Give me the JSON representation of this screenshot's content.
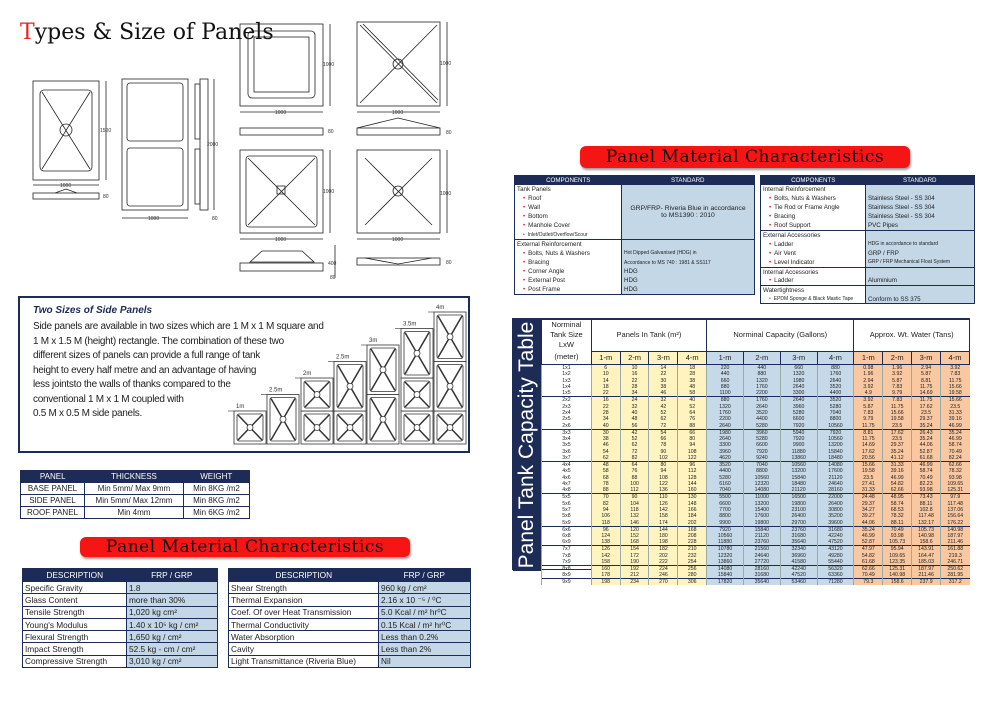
{
  "title": {
    "first": "T",
    "rest": "ypes & Size of Panels"
  },
  "drawings": {
    "d1500": "1500",
    "d1000": "1000",
    "d2000": "2000",
    "d80": "80",
    "d400": "400"
  },
  "banner": "Panel Material Characteristics",
  "components_left": {
    "headers": [
      "COMPONENTS",
      "STANDARD"
    ],
    "groups": [
      {
        "title": "Tank Panels",
        "items": [
          "Roof",
          "Wall",
          "Bottom",
          "Manhole Cover",
          "Inlet/Outlet/Overflow/Scour"
        ],
        "standard": "GRP/FRP- Riveria Blue in accordance to MS1390 : 2010"
      },
      {
        "title": "External Reinforcement",
        "items": [
          "Bolts, Nuts & Washers",
          "Bracing",
          "Corner Angle",
          "External Post",
          "Post Frame"
        ],
        "standards": [
          "Hot Dipped Galvanised (HDG) in",
          "Accordance to MS 740 : 1981 & SS117",
          "HDG",
          "HDG",
          "HDG"
        ]
      }
    ]
  },
  "components_right": {
    "headers": [
      "COMPONENTS",
      "STANDARD"
    ],
    "groups": [
      {
        "title": "Internal Reinforcement",
        "items": [
          "Bolts, Nuts & Washers",
          "Tie Rod or Frame Angle",
          "Bracing",
          "Roof Support"
        ],
        "standards": [
          "Stainless Steel - SS 304",
          "Stainless Steel - SS 304",
          "Stainless Steel - SS 304",
          "PVC Pipes"
        ]
      },
      {
        "title": "External Accessories",
        "items": [
          "Ladder",
          "Air Vent",
          "Level Indicator"
        ],
        "standards": [
          "HDG in accordance to standard",
          "GRP / FRP",
          "GRP / FRP Mechanical Float System"
        ]
      },
      {
        "title": "Internal Accessories",
        "items": [
          "Ladder"
        ],
        "standards": [
          "Aluminium"
        ]
      },
      {
        "title": "Watertightness",
        "items": [
          "EPDM Sponge & Black Mastic Tape"
        ],
        "standards": [
          "Conform to SS 375"
        ]
      }
    ]
  },
  "side_panels": {
    "heading": "Two Sizes of Side Panels",
    "lines": [
      "Side panels are available in two sizes which are 1 M x 1 M square and",
      "1 M x 1.5 M (height) rectangle. The combination of these two",
      "different sizes of panels can provide a full range of tank",
      "height to every half metre and an advantage of having",
      "less jointsto the walls of thanks compared to the",
      "conventional 1 M x 1 M coupled with",
      "0.5 M x 0.5 M side panels."
    ],
    "height_labels": [
      "1m",
      "2.5m",
      "2m",
      "2.5m",
      "3m",
      "3.5m",
      "4m"
    ]
  },
  "panel_table": {
    "headers": [
      "PANEL",
      "THICKNESS",
      "WEIGHT"
    ],
    "rows": [
      [
        "BASE PANEL",
        "Min 5mm/ Max 9mm",
        "Min 8KG /m2"
      ],
      [
        "SIDE PANEL",
        "Min 5mm/ Max 12mm",
        "Min 8KG /m2"
      ],
      [
        "ROOF PANEL",
        "Min 4mm",
        "Min 6KG /m2"
      ]
    ]
  },
  "material_left": {
    "headers": [
      "DESCRIPTION",
      "FRP / GRP"
    ],
    "rows": [
      [
        "Specific Gravity",
        "1.8"
      ],
      [
        "Glass Content",
        "more than 30%"
      ],
      [
        "Tensile Strength",
        "1,020 kg cm²"
      ],
      [
        "Young's Modulus",
        "1.40 x 10⁵ kg / cm²"
      ],
      [
        "Flexural Strength",
        "1,650 kg / cm²"
      ],
      [
        "Impact Strength",
        "52.5 kg - cm / cm²"
      ],
      [
        "Compressive Strength",
        "3,010 kg / cm²"
      ]
    ]
  },
  "material_right": {
    "headers": [
      "DESCRIPTION",
      "FRP / GRP"
    ],
    "rows": [
      [
        "Shear Strength",
        "960 kg / cm²"
      ],
      [
        "Thermal Expansion",
        "2.16 x 10 ⁻⁵ / ⁰C"
      ],
      [
        "Coef. Of over Heat Transmission",
        "5.0 Kcal / m² hr⁰C"
      ],
      [
        "Thermal Conductivity",
        "0.15 Kcal / m² hr⁰C"
      ],
      [
        "Water Absorption",
        "Less than 0.2%"
      ],
      [
        "Cavity",
        "Less than 2%"
      ],
      [
        "Light Transmittance (Riveria Blue)",
        "Nil"
      ]
    ]
  },
  "capacity": {
    "title": "Panel Tank Capacity Table",
    "size_header": [
      "Norminal",
      "Tank Size LxW",
      "(meter)"
    ],
    "group_headers": [
      "Panels In Tank (m²)",
      "Norminal Capacity (Gallons)",
      "Approx. Wt. Water (Tans)"
    ],
    "sub_headers": [
      "1-m",
      "2-m",
      "3-m",
      "4-m"
    ],
    "rows": [
      [
        "1x1",
        [
          6,
          10,
          14,
          18
        ],
        [
          220,
          440,
          660,
          880
        ],
        [
          0.98,
          1.96,
          2.94,
          3.92
        ]
      ],
      [
        "1x2",
        [
          10,
          16,
          22,
          28
        ],
        [
          440,
          880,
          1320,
          1760
        ],
        [
          1.96,
          3.92,
          5.87,
          7.83
        ]
      ],
      [
        "1x3",
        [
          14,
          22,
          30,
          38
        ],
        [
          660,
          1320,
          1980,
          2640
        ],
        [
          2.94,
          5.87,
          8.81,
          11.75
        ]
      ],
      [
        "1x4",
        [
          18,
          28,
          38,
          48
        ],
        [
          880,
          1760,
          2640,
          3520
        ],
        [
          3.92,
          7.83,
          11.75,
          15.66
        ]
      ],
      [
        "1x5",
        [
          22,
          34,
          46,
          58
        ],
        [
          1100,
          2200,
          3300,
          4400
        ],
        [
          4.9,
          9.79,
          14.69,
          19.58
        ]
      ],
      [
        "2x2",
        [
          16,
          24,
          32,
          40
        ],
        [
          880,
          1760,
          2640,
          3520
        ],
        [
          3.92,
          7.83,
          11.75,
          15.66
        ]
      ],
      [
        "2x3",
        [
          22,
          32,
          42,
          52
        ],
        [
          1320,
          2640,
          3960,
          5280
        ],
        [
          5.87,
          11.75,
          17.62,
          23.5
        ]
      ],
      [
        "2x4",
        [
          28,
          40,
          52,
          64
        ],
        [
          1760,
          3520,
          5280,
          7040
        ],
        [
          7.83,
          15.66,
          23.5,
          31.33
        ]
      ],
      [
        "2x5",
        [
          34,
          48,
          62,
          76
        ],
        [
          2200,
          4400,
          6600,
          8800
        ],
        [
          9.79,
          19.58,
          29.37,
          39.16
        ]
      ],
      [
        "2x6",
        [
          40,
          56,
          72,
          88
        ],
        [
          2640,
          5280,
          7920,
          10560
        ],
        [
          11.75,
          23.5,
          35.24,
          46.99
        ]
      ],
      [
        "3x3",
        [
          30,
          42,
          54,
          66
        ],
        [
          1980,
          3960,
          5940,
          7920
        ],
        [
          8.81,
          17.62,
          26.43,
          35.24
        ]
      ],
      [
        "3x4",
        [
          38,
          52,
          66,
          80
        ],
        [
          2640,
          5280,
          7920,
          10560
        ],
        [
          11.75,
          23.5,
          35.24,
          46.99
        ]
      ],
      [
        "3x5",
        [
          46,
          62,
          78,
          94
        ],
        [
          3300,
          6600,
          9900,
          13200
        ],
        [
          14.69,
          29.37,
          44.06,
          58.74
        ]
      ],
      [
        "3x6",
        [
          54,
          72,
          90,
          108
        ],
        [
          3960,
          7920,
          11880,
          15840
        ],
        [
          17.62,
          35.24,
          52.87,
          70.49
        ]
      ],
      [
        "3x7",
        [
          62,
          82,
          102,
          122
        ],
        [
          4620,
          9240,
          13860,
          18480
        ],
        [
          20.56,
          41.12,
          61.68,
          82.24
        ]
      ],
      [
        "4x4",
        [
          48,
          64,
          80,
          96
        ],
        [
          3520,
          7040,
          10560,
          14080
        ],
        [
          15.66,
          31.33,
          46.99,
          62.66
        ]
      ],
      [
        "4x5",
        [
          58,
          76,
          94,
          112
        ],
        [
          4400,
          8800,
          13200,
          17600
        ],
        [
          19.58,
          39.16,
          58.74,
          78.32
        ]
      ],
      [
        "4x6",
        [
          68,
          88,
          108,
          128
        ],
        [
          5280,
          10560,
          15840,
          21120
        ],
        [
          23.5,
          46.99,
          70.49,
          93.98
        ]
      ],
      [
        "4x7",
        [
          78,
          100,
          122,
          144
        ],
        [
          6160,
          12320,
          18480,
          24640
        ],
        [
          27.41,
          54.82,
          82.23,
          109.65
        ]
      ],
      [
        "4x8",
        [
          88,
          112,
          136,
          160
        ],
        [
          7040,
          14080,
          21120,
          28160
        ],
        [
          31.33,
          62.66,
          93.98,
          125.31
        ]
      ],
      [
        "5x5",
        [
          70,
          90,
          110,
          130
        ],
        [
          5500,
          11000,
          16500,
          22000
        ],
        [
          24.48,
          48.95,
          73.43,
          97.9
        ]
      ],
      [
        "5x6",
        [
          82,
          104,
          126,
          148
        ],
        [
          6600,
          13200,
          19800,
          26400
        ],
        [
          29.37,
          58.74,
          88.11,
          117.48
        ]
      ],
      [
        "5x7",
        [
          94,
          118,
          142,
          166
        ],
        [
          7700,
          15400,
          23100,
          30800
        ],
        [
          34.27,
          68.53,
          102.8,
          137.06
        ]
      ],
      [
        "5x8",
        [
          106,
          132,
          158,
          184
        ],
        [
          8800,
          17600,
          26400,
          35200
        ],
        [
          39.27,
          78.32,
          117.48,
          156.64
        ]
      ],
      [
        "5x9",
        [
          118,
          146,
          174,
          202
        ],
        [
          9900,
          19800,
          29700,
          39600
        ],
        [
          44.06,
          88.11,
          132.17,
          176.22
        ]
      ],
      [
        "6x6",
        [
          96,
          120,
          144,
          168
        ],
        [
          7920,
          15840,
          23760,
          31680
        ],
        [
          35.24,
          70.49,
          105.73,
          140.98
        ]
      ],
      [
        "6x8",
        [
          124,
          152,
          180,
          208
        ],
        [
          10560,
          21120,
          31680,
          42240
        ],
        [
          46.99,
          93.98,
          140.98,
          187.97
        ]
      ],
      [
        "6x9",
        [
          138,
          168,
          198,
          228
        ],
        [
          11880,
          23760,
          35640,
          47520
        ],
        [
          52.87,
          105.73,
          158.6,
          211.46
        ]
      ],
      [
        "7x7",
        [
          126,
          154,
          182,
          210
        ],
        [
          10780,
          21560,
          32340,
          43120
        ],
        [
          47.97,
          95.94,
          143.91,
          161.88
        ]
      ],
      [
        "7x8",
        [
          142,
          172,
          202,
          232
        ],
        [
          12320,
          24640,
          36960,
          49280
        ],
        [
          54.82,
          109.65,
          164.47,
          219.3
        ]
      ],
      [
        "7x9",
        [
          158,
          190,
          222,
          254
        ],
        [
          13860,
          27720,
          41580,
          55440
        ],
        [
          61.68,
          123.35,
          185.03,
          246.71
        ]
      ],
      [
        "8x8",
        [
          160,
          192,
          224,
          256
        ],
        [
          14080,
          28160,
          42240,
          56320
        ],
        [
          62.66,
          125.31,
          187.97,
          250.62
        ]
      ],
      [
        "8x9",
        [
          178,
          212,
          246,
          280
        ],
        [
          15840,
          31680,
          47520,
          63360
        ],
        [
          70.49,
          140.98,
          211.46,
          281.95
        ]
      ],
      [
        "9x9",
        [
          198,
          234,
          270,
          306
        ],
        [
          17820,
          35640,
          53460,
          71280
        ],
        [
          79.3,
          158.6,
          237.9,
          317.2
        ]
      ]
    ]
  }
}
